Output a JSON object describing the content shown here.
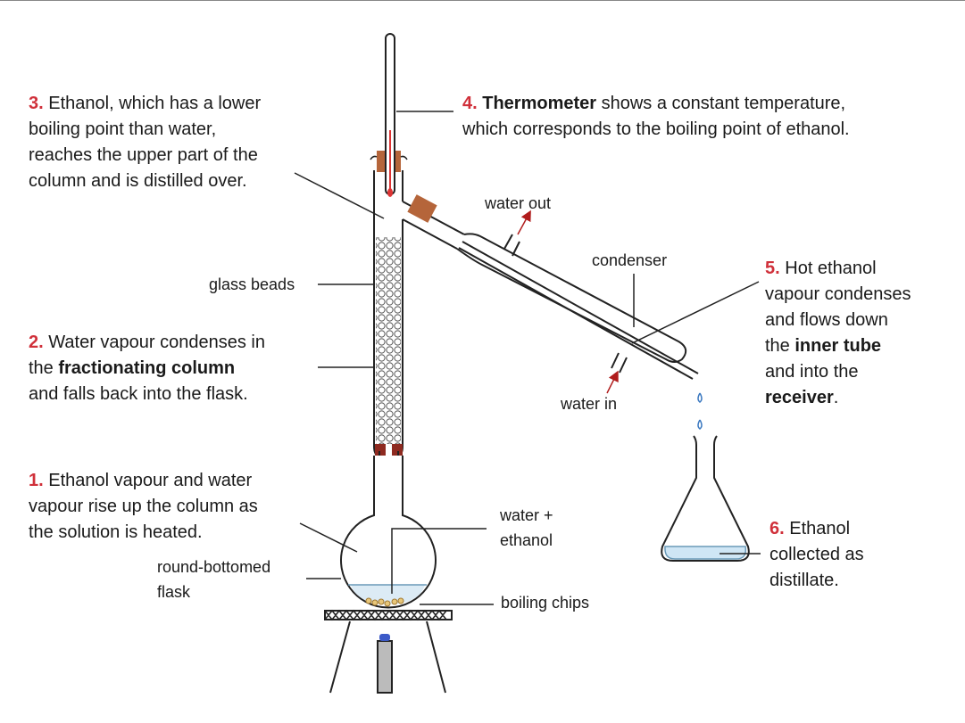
{
  "title": "Fractional distillation of ethanol and water",
  "steps": [
    {
      "num": "1.",
      "lines": [
        "Ethanol vapour and water",
        "vapour rise up the column as",
        "the solution is heated."
      ]
    },
    {
      "num": "2.",
      "lines": [
        "Water vapour condenses in",
        "the ",
        "fractionating column",
        "and falls back into the flask."
      ]
    },
    {
      "num": "3.",
      "lines": [
        "Ethanol, which has a lower",
        "boiling point than water,",
        "reaches the upper part of the",
        "column and is distilled over."
      ]
    },
    {
      "num": "4.",
      "bold": "Thermometer",
      "lines": [
        " shows a constant temperature,",
        "which corresponds to the boiling point of ethanol."
      ]
    },
    {
      "num": "5.",
      "lines": [
        "Hot ethanol",
        "vapour condenses",
        "and flows down",
        "the ",
        "inner tube",
        "and into the",
        "receiver",
        "."
      ]
    },
    {
      "num": "6.",
      "lines": [
        "Ethanol",
        "collected as",
        "distillate."
      ]
    }
  ],
  "labels": {
    "glass_beads": "glass beads",
    "water_out": "water out",
    "condenser": "condenser",
    "water_in": "water in",
    "water_ethanol_1": "water +",
    "water_ethanol_2": "ethanol",
    "flask_1": "round-bottomed",
    "flask_2": "flask",
    "boiling_chips": "boiling chips"
  },
  "colors": {
    "step_number": "#d0303a",
    "cork": "#b5653a",
    "liquid": "#cfe6f5",
    "arrow": "#b01c1c"
  }
}
